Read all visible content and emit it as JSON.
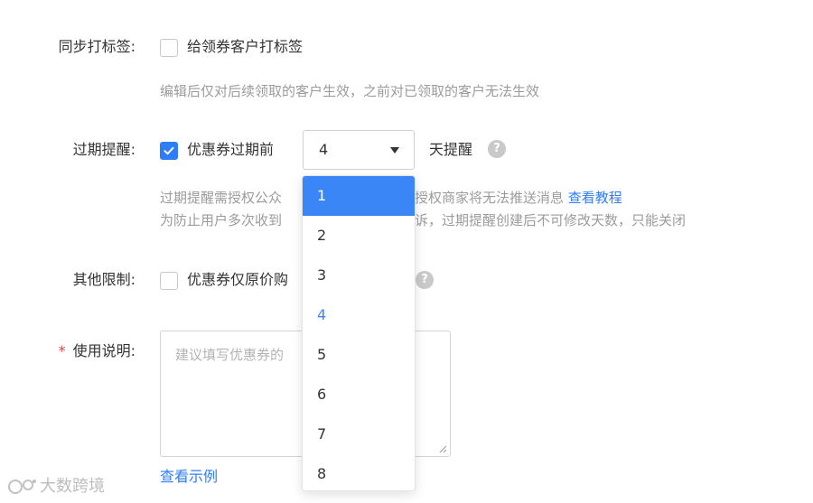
{
  "form": {
    "sync_tag": {
      "label": "同步打标签:",
      "checkbox_label": "给领券客户打标签",
      "checked": false,
      "hint": "编辑后仅对后续领取的客户生效，之前对已领取的客户无法生效"
    },
    "expiry_reminder": {
      "label": "过期提醒:",
      "checked": true,
      "prefix": "优惠券过期前",
      "select_value": "4",
      "suffix": "天提醒",
      "help": "?",
      "hint_line1_left": "过期提醒需授权公众",
      "hint_line1_right": "授权商家将无法推送消息",
      "hint_link": "查看教程",
      "hint_line2_left": "为防止用户多次收到",
      "hint_line2_right": "诉，过期提醒创建后不可修改天数，只能关闭"
    },
    "other_limits": {
      "label": "其他限制:",
      "checked": false,
      "checkbox_label": "优惠券仅原价购",
      "help": "?"
    },
    "usage_note": {
      "required_mark": "*",
      "label": "使用说明:",
      "placeholder": "建议填写优惠券的",
      "example_link": "查看示例"
    }
  },
  "dropdown": {
    "options": [
      "1",
      "2",
      "3",
      "4",
      "5",
      "6",
      "7",
      "8"
    ],
    "highlighted": "1",
    "selected": "4"
  },
  "watermark": {
    "text": "大数跨境"
  },
  "colors": {
    "accent": "#2f7df6",
    "hint": "#9b9b9b",
    "required": "#e64545"
  }
}
